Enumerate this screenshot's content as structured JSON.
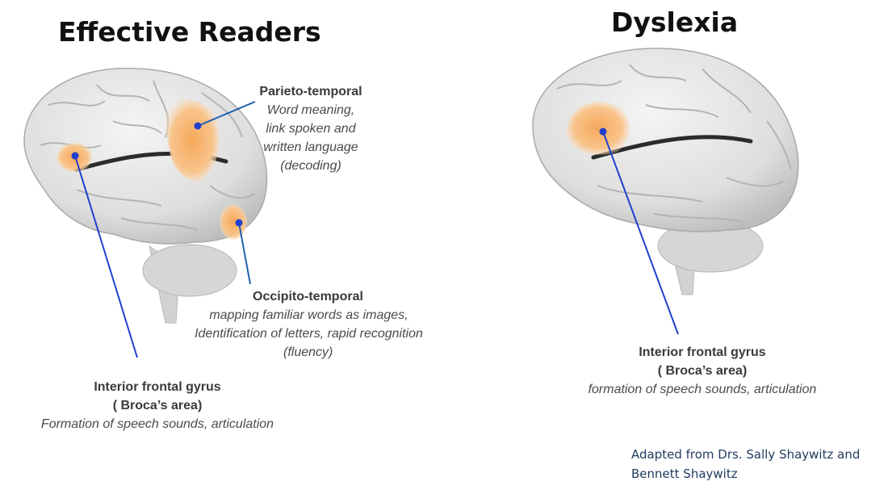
{
  "left": {
    "title": "Effective Readers",
    "parieto": {
      "heading": "Parieto-temporal",
      "lines": [
        "Word meaning,",
        "link spoken and",
        "written language",
        "(decoding)"
      ]
    },
    "occipito": {
      "heading": "Occipito-temporal",
      "lines": [
        "mapping familiar words as images,",
        "Identification of letters, rapid recognition",
        "(fluency)"
      ]
    },
    "frontal": {
      "heading": "Interior frontal gyrus",
      "sub": "( Broca’s area)",
      "desc": "Formation of speech sounds, articulation"
    }
  },
  "right": {
    "title": "Dyslexia",
    "frontal": {
      "heading": "Interior frontal gyrus",
      "sub": "( Broca’s area)",
      "desc": "formation of speech sounds, articulation"
    }
  },
  "credit": [
    "Adapted from Drs. Sally Shaywitz and",
    "Bennett Shaywitz"
  ],
  "colors": {
    "brain_fill": "#e6e6e6",
    "brain_shadow": "#c9c9c9",
    "highlight": "#f7b56a",
    "pointer_line": "#1f3fcf",
    "pointer_dot": "#1f3fcf"
  }
}
